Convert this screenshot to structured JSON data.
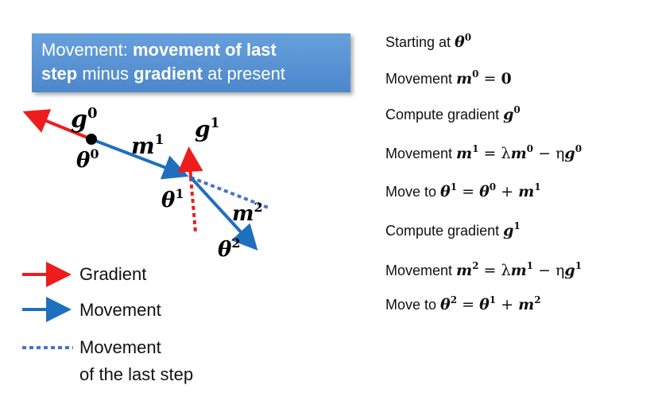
{
  "title": {
    "prefix": "Movement: ",
    "bold1": "movement of last",
    "bold2": "step",
    "mid": " minus ",
    "bold3": "gradient",
    "suffix": " at present"
  },
  "labels": {
    "g0": "g",
    "g0_sup": "0",
    "theta0": "θ",
    "theta0_sup": "0",
    "m1": "m",
    "m1_sup": "1",
    "g1": "g",
    "g1_sup": "1",
    "theta1": "θ",
    "theta1_sup": "1",
    "m2": "m",
    "m2_sup": "2",
    "theta2": "θ",
    "theta2_sup": "2"
  },
  "legend": {
    "gradient": "Gradient",
    "movement": "Movement",
    "last_movement_line1": "Movement",
    "last_movement_line2": "of the last step"
  },
  "steps": {
    "s1_text": "Starting at ",
    "s2_text": "Movement ",
    "s3_text": "Compute gradient ",
    "s4_text": "Movement ",
    "s5_text": "Move to ",
    "s6_text": "Compute gradient ",
    "s7_text": "Movement ",
    "s8_text": "Move to "
  },
  "colors": {
    "gradient": "#ee1c1c",
    "movement": "#1f6fbf",
    "last_movement": "#4a72c8",
    "title_bg": "#5b95d6"
  }
}
